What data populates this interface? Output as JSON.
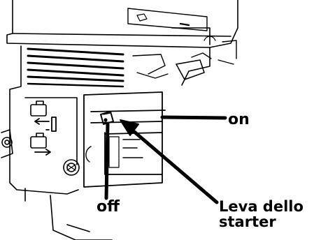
{
  "labels": {
    "on": "on",
    "off": "off",
    "lever_line1": "Leva dello",
    "lever_line2": "starter"
  },
  "icons": [
    "fuel-tank-icon",
    "fuel-valve-arrow-icon",
    "choke-lever-icon"
  ],
  "colors": {
    "line_art": "#000000",
    "background": "#ffffff"
  }
}
